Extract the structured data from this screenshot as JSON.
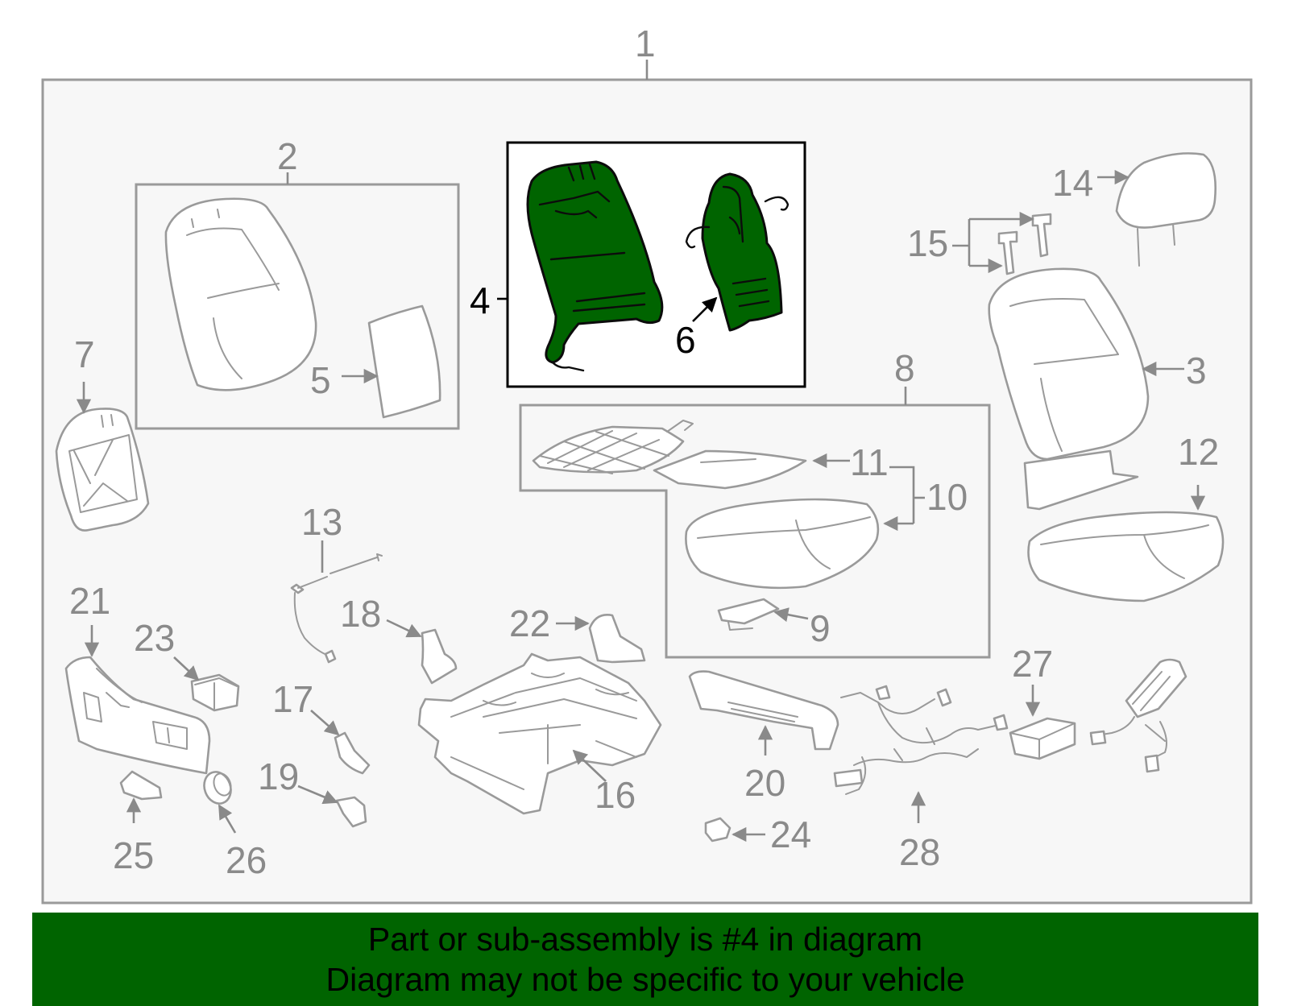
{
  "diagram": {
    "callouts": {
      "c1": "1",
      "c2": "2",
      "c3": "3",
      "c4": "4",
      "c5": "5",
      "c6": "6",
      "c7": "7",
      "c8": "8",
      "c9": "9",
      "c10": "10",
      "c11": "11",
      "c12": "12",
      "c13": "13",
      "c14": "14",
      "c15": "15",
      "c16": "16",
      "c17": "17",
      "c18": "18",
      "c19": "19",
      "c20": "20",
      "c21": "21",
      "c22": "22",
      "c23": "23",
      "c24": "24",
      "c25": "25",
      "c26": "26",
      "c27": "27",
      "c28": "28"
    },
    "highlight_color": "#006400",
    "line_color": "#9a9a9a"
  },
  "banner": {
    "line1": "Part or sub-assembly is #4 in diagram",
    "line2": "Diagram may not be specific to your vehicle",
    "color": "#006400"
  }
}
